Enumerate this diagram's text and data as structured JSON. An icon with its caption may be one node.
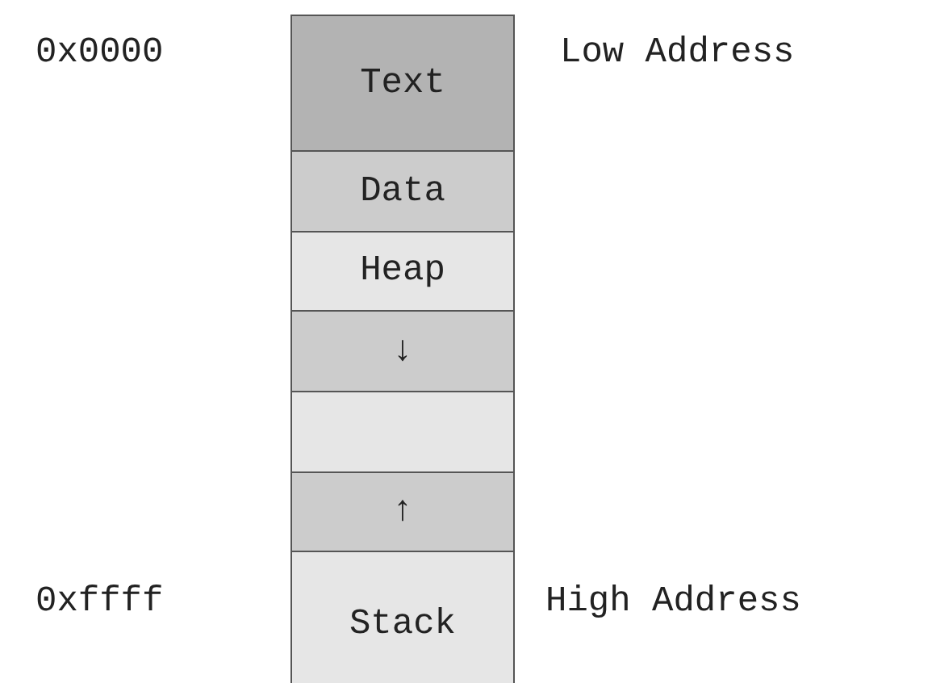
{
  "diagram": {
    "nodes": [
      {
        "text": [
          "Text"
        ]
      },
      {
        "text": [
          "Data"
        ]
      },
      {
        "text": [
          "Heap"
        ]
      },
      {
        "text": [
          "↓"
        ]
      },
      {
        "text": [],
        "shape": "box"
      },
      {
        "text": [
          "↑"
        ]
      },
      {
        "text": [
          "Stack"
        ]
      }
    ],
    "labels": [
      "0x0000",
      "Low Address",
      "0xffff",
      "High Address"
    ]
  }
}
